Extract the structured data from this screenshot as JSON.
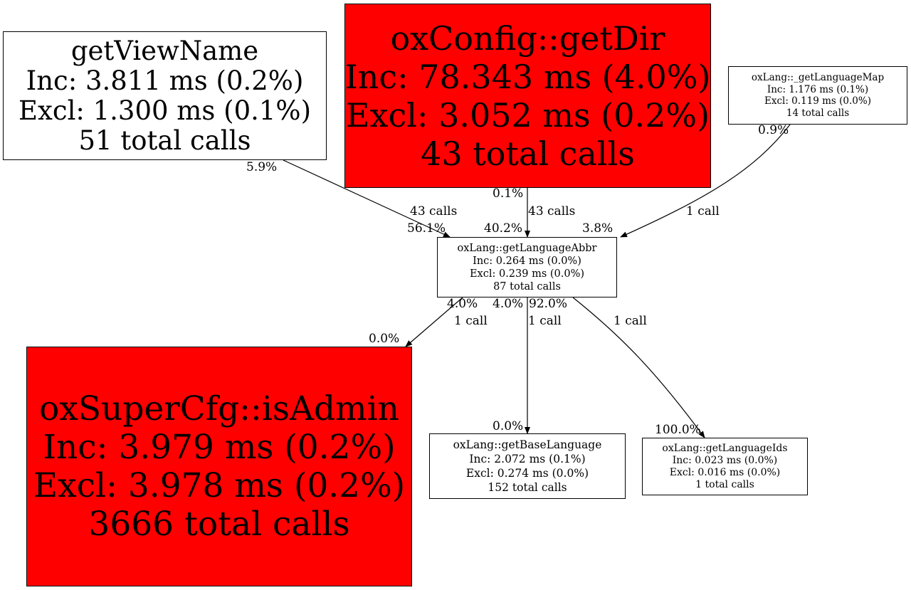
{
  "colors": {
    "hot": "#ff0000",
    "normal": "#ffffff",
    "edge": "#000000"
  },
  "nodes": {
    "getViewName": {
      "name": "getViewName",
      "inc": "Inc: 3.811 ms (0.2%)",
      "excl": "Excl: 1.300 ms (0.1%)",
      "calls": "51 total calls",
      "color": "white"
    },
    "getDir": {
      "name": "oxConfig::getDir",
      "inc": "Inc: 78.343 ms (4.0%)",
      "excl": "Excl: 3.052 ms (0.2%)",
      "calls": "43 total calls",
      "color": "red"
    },
    "getLanguageMap": {
      "name": "oxLang::_getLanguageMap",
      "inc": "Inc: 1.176 ms (0.1%)",
      "excl": "Excl: 0.119 ms (0.0%)",
      "calls": "14 total calls",
      "color": "white"
    },
    "getLanguageAbbr": {
      "name": "oxLang::getLanguageAbbr",
      "inc": "Inc: 0.264 ms (0.0%)",
      "excl": "Excl: 0.239 ms (0.0%)",
      "calls": "87 total calls",
      "color": "white"
    },
    "isAdmin": {
      "name": "oxSuperCfg::isAdmin",
      "inc": "Inc: 3.979 ms (0.2%)",
      "excl": "Excl: 3.978 ms (0.2%)",
      "calls": "3666 total calls",
      "color": "red"
    },
    "getBaseLanguage": {
      "name": "oxLang::getBaseLanguage",
      "inc": "Inc: 2.072 ms (0.1%)",
      "excl": "Excl: 0.274 ms (0.0%)",
      "calls": "152 total calls",
      "color": "white"
    },
    "getLanguageIds": {
      "name": "oxLang::getLanguageIds",
      "inc": "Inc: 0.023 ms (0.0%)",
      "excl": "Excl: 0.016 ms (0.0%)",
      "calls": "1 total calls",
      "color": "white"
    }
  },
  "edges": {
    "viewname_abbr": {
      "from": "getViewName",
      "to": "getLanguageAbbr",
      "tail_pct": "5.9%",
      "calls": "43 calls",
      "head_pct": "56.1%"
    },
    "getdir_abbr": {
      "from": "oxConfig::getDir",
      "to": "getLanguageAbbr",
      "tail_pct": "0.1%",
      "calls": "43 calls",
      "head_pct": "40.2%"
    },
    "langmap_abbr": {
      "from": "oxLang::_getLanguageMap",
      "to": "getLanguageAbbr",
      "tail_pct": "0.9%",
      "calls": "1 call",
      "head_pct": "3.8%"
    },
    "abbr_isadmin": {
      "from": "oxLang::getLanguageAbbr",
      "to": "oxSuperCfg::isAdmin",
      "tail_pct": "4.0%",
      "calls": "1 call",
      "head_pct": "0.0%"
    },
    "abbr_base": {
      "from": "oxLang::getLanguageAbbr",
      "to": "oxLang::getBaseLanguage",
      "tail_pct": "4.0%",
      "calls": "1 call",
      "head_pct": "0.0%"
    },
    "abbr_ids": {
      "from": "oxLang::getLanguageAbbr",
      "to": "oxLang::getLanguageIds",
      "tail_pct": "92.0%",
      "calls": "1 call",
      "head_pct": "100.0%"
    }
  }
}
